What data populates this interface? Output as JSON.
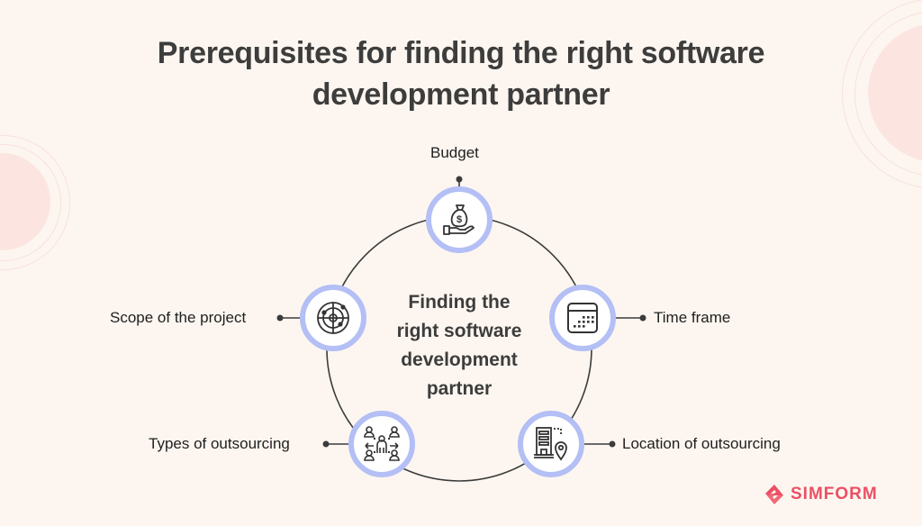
{
  "title": {
    "line1": "Prerequisites for finding the right software",
    "line2": "development partner"
  },
  "center": {
    "line1": "Finding the",
    "line2": "right software",
    "line3": "development",
    "line4": "partner"
  },
  "nodes": [
    {
      "label": "Budget",
      "icon": "money-bag-hand-icon"
    },
    {
      "label": "Time frame",
      "icon": "calendar-icon"
    },
    {
      "label": "Location of outsourcing",
      "icon": "building-location-icon"
    },
    {
      "label": "Types of outsourcing",
      "icon": "team-network-icon"
    },
    {
      "label": "Scope of the project",
      "icon": "target-radar-icon"
    }
  ],
  "brand": {
    "name": "SIMFORM",
    "color": "#ec5064"
  },
  "colors": {
    "background": "#fdf6f0",
    "node_ring": "#b3bff5",
    "decor_circle": "#fbe3de",
    "text": "#3d3d3d"
  }
}
